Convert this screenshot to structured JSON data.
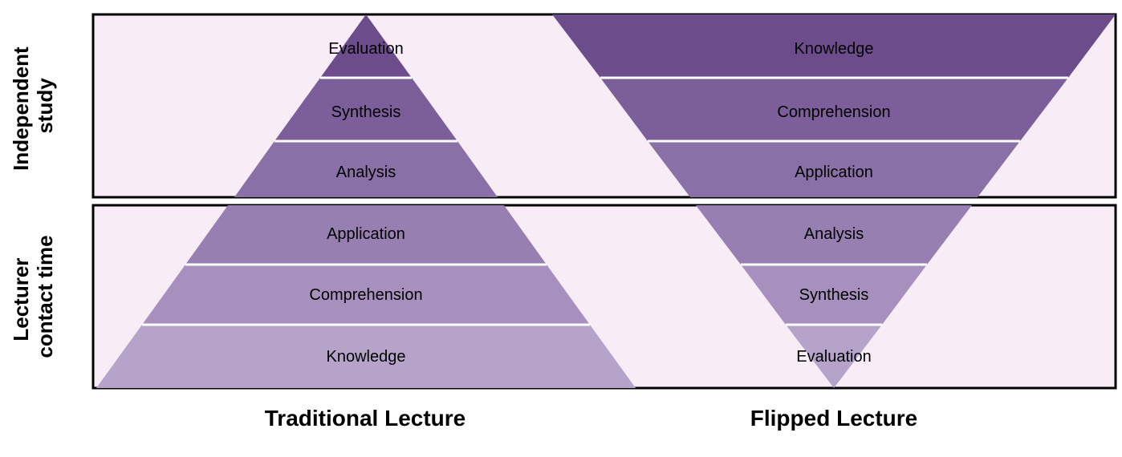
{
  "colors": {
    "box_bg": "#f8edf7",
    "divider": "#ffffff",
    "band1": "#6d4c8c",
    "band2": "#7b5e9a",
    "band3": "#8970a6",
    "band4": "#987fb1",
    "band5": "#a790bd",
    "band6": "#b5a3c9"
  },
  "rows": [
    {
      "line1": "Independent",
      "line2": "study"
    },
    {
      "line1": "Lecturer",
      "line2": "contact time"
    }
  ],
  "traditional": {
    "title": "Traditional Lecture",
    "levels": [
      "Evaluation",
      "Synthesis",
      "Analysis",
      "Application",
      "Comprehension",
      "Knowledge"
    ]
  },
  "flipped": {
    "title": "Flipped Lecture",
    "levels": [
      "Knowledge",
      "Comprehension",
      "Application",
      "Analysis",
      "Synthesis",
      "Evaluation"
    ]
  }
}
